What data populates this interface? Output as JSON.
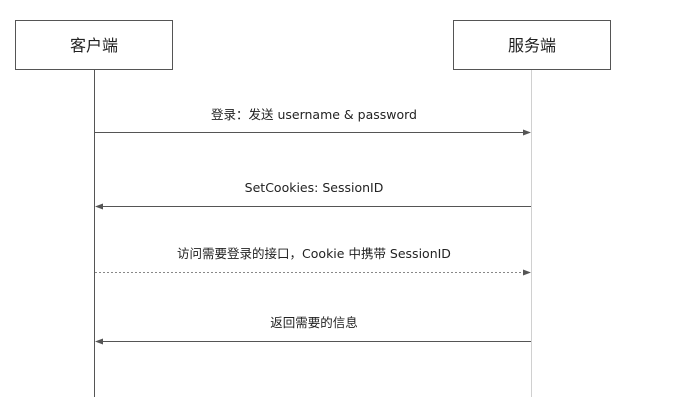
{
  "participants": {
    "client": {
      "label": "客户端"
    },
    "server": {
      "label": "服务端"
    }
  },
  "messages": [
    {
      "label": "登录：发送 username & password",
      "from": "client",
      "to": "server",
      "style": "solid"
    },
    {
      "label": "SetCookies: SessionID",
      "from": "server",
      "to": "client",
      "style": "solid"
    },
    {
      "label": "访问需要登录的接口，Cookie 中携带 SessionID",
      "from": "client",
      "to": "server",
      "style": "dashed"
    },
    {
      "label": "返回需要的信息",
      "from": "server",
      "to": "client",
      "style": "solid"
    }
  ]
}
